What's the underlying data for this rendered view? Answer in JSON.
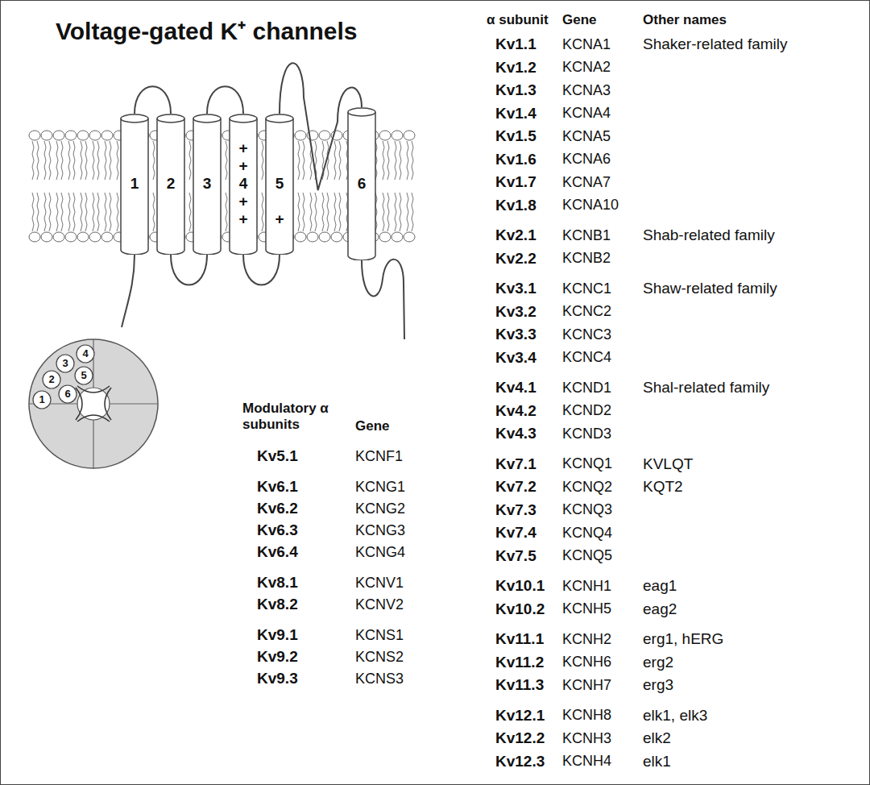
{
  "diagram": {
    "title": "Voltage-gated K⁺ channels",
    "nodes": [
      {
        "text": [
          "1"
        ]
      },
      {
        "text": [
          "2"
        ]
      },
      {
        "text": [
          "3"
        ]
      },
      {
        "text": [
          "+",
          "+",
          "4",
          "+",
          "+"
        ]
      },
      {
        "text": [
          "5",
          "+"
        ]
      },
      {
        "text": [
          "6"
        ]
      },
      {
        "text": [
          "1"
        ]
      },
      {
        "text": [
          "2"
        ]
      },
      {
        "text": [
          "3"
        ]
      },
      {
        "text": [
          "4"
        ]
      },
      {
        "text": [
          "5"
        ]
      },
      {
        "text": [
          "6"
        ]
      }
    ],
    "edges": [
      {
        "from": 0,
        "to": 1,
        "arrow": "none"
      },
      {
        "from": 1,
        "to": 2,
        "arrow": "none"
      },
      {
        "from": 2,
        "to": 3,
        "arrow": "none"
      },
      {
        "from": 3,
        "to": 4,
        "arrow": "none"
      },
      {
        "from": 4,
        "to": 5,
        "arrow": "none"
      }
    ],
    "labels": [
      "α subunit",
      "Gene",
      "Other names",
      "Kv1.1",
      "KCNA1",
      "Shaker-related family",
      "Kv1.2",
      "KCNA2",
      "Kv1.3",
      "KCNA3",
      "Kv1.4",
      "KCNA4",
      "Kv1.5",
      "KCNA5",
      "Kv1.6",
      "KCNA6",
      "Kv1.7",
      "KCNA7",
      "Kv1.8",
      "KCNA10",
      "Kv2.1",
      "KCNB1",
      "Shab-related family",
      "Kv2.2",
      "KCNB2",
      "Kv3.1",
      "KCNC1",
      "Shaw-related family",
      "Kv3.2",
      "KCNC2",
      "Kv3.3",
      "KCNC3",
      "Kv3.4",
      "KCNC4",
      "Kv4.1",
      "KCND1",
      "Shal-related family",
      "Kv4.2",
      "KCND2",
      "Kv4.3",
      "KCND3",
      "Kv7.1",
      "KCNQ1",
      "KVLQT",
      "Kv7.2",
      "KCNQ2",
      "KQT2",
      "Kv7.3",
      "KCNQ3",
      "Kv7.4",
      "KCNQ4",
      "Kv7.5",
      "KCNQ5",
      "Kv10.1",
      "KCNH1",
      "eag1",
      "Kv10.2",
      "KCNH5",
      "eag2",
      "Kv11.1",
      "KCNH2",
      "erg1, hERG",
      "Kv11.2",
      "KCNH6",
      "erg2",
      "Kv11.3",
      "KCNH7",
      "erg3",
      "Kv12.1",
      "KCNH8",
      "elk1, elk3",
      "Kv12.2",
      "KCNH3",
      "elk2",
      "Kv12.3",
      "KCNH4",
      "elk1",
      "Modulatory α subunits",
      "Gene",
      "Kv5.1",
      "KCNF1",
      "Kv6.1",
      "KCNG1",
      "Kv6.2",
      "KCNG2",
      "Kv6.3",
      "KCNG3",
      "Kv6.4",
      "KCNG4",
      "Kv8.1",
      "KCNV1",
      "Kv8.2",
      "KCNV2",
      "Kv9.1",
      "KCNS1",
      "Kv9.2",
      "KCNS2",
      "Kv9.3",
      "KCNS3"
    ]
  }
}
